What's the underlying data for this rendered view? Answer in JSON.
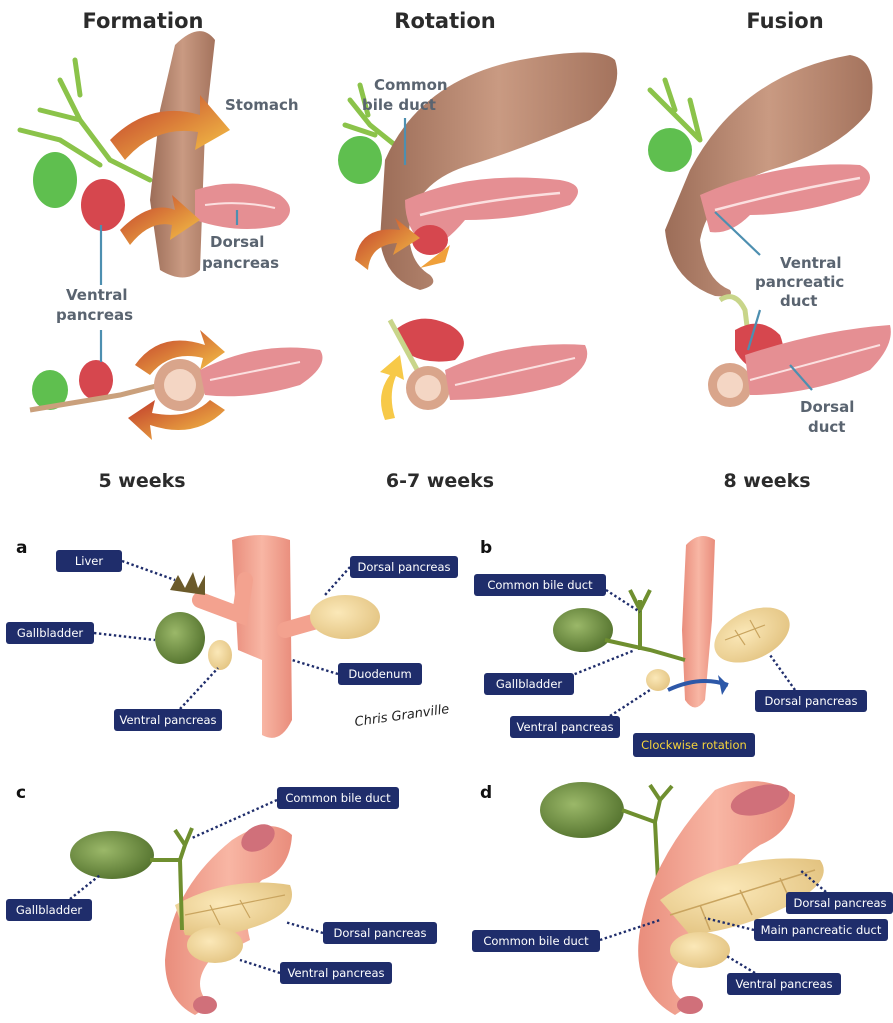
{
  "top": {
    "headers": [
      "Formation",
      "Rotation",
      "Fusion"
    ],
    "weeks": [
      "5 weeks",
      "6-7 weeks",
      "8 weeks"
    ],
    "labels": {
      "stomach": "Stomach",
      "dorsal_pancreas": [
        "Dorsal",
        "pancreas"
      ],
      "ventral_pancreas": [
        "Ventral",
        "pancreas"
      ],
      "common_bile_duct": [
        "Common",
        "bile duct"
      ],
      "ventral_pancreatic_duct": [
        "Ventral",
        "pancreatic",
        "duct"
      ],
      "dorsal_duct": [
        "Dorsal",
        "duct"
      ]
    }
  },
  "bottom": {
    "panel_letters": [
      "a",
      "b",
      "c",
      "d"
    ],
    "panel_a": {
      "liver": "Liver",
      "gallbladder": "Gallbladder",
      "dorsal_pancreas": "Dorsal pancreas",
      "duodenum": "Duodenum",
      "ventral_pancreas": "Ventral pancreas",
      "signature": "Chris Granville"
    },
    "panel_b": {
      "common_bile_duct": "Common bile duct",
      "gallbladder": "Gallbladder",
      "ventral_pancreas": "Ventral pancreas",
      "dorsal_pancreas": "Dorsal pancreas",
      "clockwise_rotation": "Clockwise rotation"
    },
    "panel_c": {
      "common_bile_duct": "Common bile duct",
      "gallbladder": "Gallbladder",
      "dorsal_pancreas": "Dorsal pancreas",
      "ventral_pancreas": "Ventral pancreas"
    },
    "panel_d": {
      "dorsal_pancreas": "Dorsal pancreas",
      "main_pancreatic_duct": "Main pancreatic duct",
      "common_bile_duct": "Common bile duct",
      "ventral_pancreas": "Ventral pancreas"
    }
  },
  "colors": {
    "label_box": "#1f2d6b",
    "label_text": "#ffffff",
    "rotation_text": "#f5d33b",
    "stomach": "#b98a74",
    "duodenum_pink": "#f3a28f",
    "pancreas_pink": "#e58f93",
    "ventral_red": "#d6474e",
    "gallbladder_green": "#5fbf4f",
    "yellow_pancreas": "#efd9a0",
    "duct_green": "#6f8f2f",
    "arrow_orange": "#f0a03a",
    "leader_blue": "#4d8fb0"
  }
}
